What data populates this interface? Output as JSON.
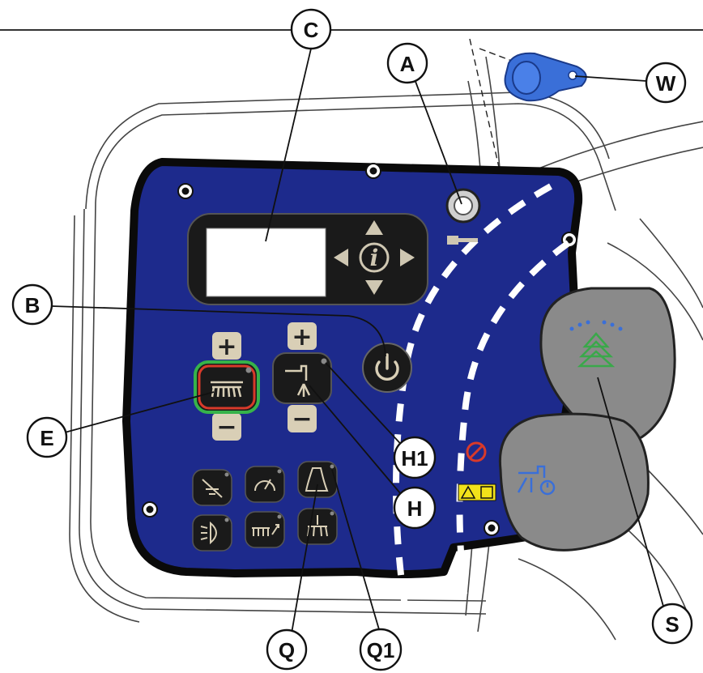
{
  "colors": {
    "panel_blue": "#1d2a8c",
    "panel_border": "#0a0a0a",
    "key_blue": "#3a6fd8",
    "stripe_white": "#ffffff",
    "button_dark": "#1a1a1a",
    "button_beige": "#d9cfb6",
    "cover_gray": "#8a8a8a",
    "brush_ring_green": "#36b34a",
    "brush_ring_red": "#d83a2a",
    "scent_green": "#3aa84a",
    "warning_yellow": "#f2e21a"
  },
  "labels": {
    "A": "A",
    "B": "B",
    "C": "C",
    "E": "E",
    "H": "H",
    "H1": "H1",
    "Q": "Q",
    "Q1": "Q1",
    "S": "S",
    "W": "W"
  },
  "controls": {
    "plus": "+",
    "minus": "−",
    "info": "i"
  },
  "icons": [
    "key-switch-icon",
    "power-icon",
    "brush-pressure-icon",
    "water-flow-icon",
    "vacuum-off-icon",
    "speed-limit-icon",
    "horn-icon",
    "headlight-icon",
    "side-brush-icon",
    "one-touch-icon",
    "no-smoking-icon",
    "warning-icon",
    "manual-icon",
    "scent-tree-icon",
    "detergent-timer-icon",
    "ignition-key-icon"
  ]
}
